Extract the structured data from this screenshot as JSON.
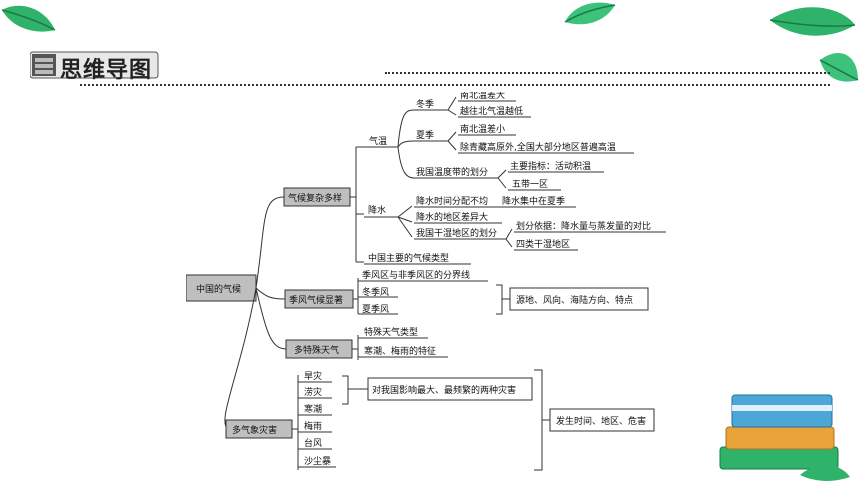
{
  "banner": {
    "title": "思维导图"
  },
  "mindmap": {
    "root": "中国的气候",
    "climate": {
      "title": "气候复杂多样",
      "temperature": {
        "label": "气温",
        "winter": {
          "label": "冬季",
          "items": [
            "南北温差大",
            "越往北气温越低"
          ]
        },
        "summer": {
          "label": "夏季",
          "items": [
            "南北温差小",
            "除青藏高原外,全国大部分地区普遍高温"
          ]
        },
        "zones": {
          "label": "我国温度带的划分",
          "items": [
            "主要指标：活动积温",
            "五带一区"
          ]
        }
      },
      "precipitation": {
        "label": "降水",
        "items": [
          "降水时间分配不均",
          "降水的地区差异大",
          "我国干湿地区的划分"
        ],
        "time_note": "降水集中在夏季",
        "dry_wet": [
          "划分依据：降水量与蒸发量的对比",
          "四类干湿地区"
        ]
      },
      "types": "中国主要的气候类型"
    },
    "monsoon": {
      "title": "季风气候显著",
      "items": [
        "季风区与非季风区的分界线",
        "冬季风",
        "夏季风"
      ],
      "note": "源地、风向、海陆方向、特点"
    },
    "weather": {
      "title": "多特殊天气",
      "items": [
        "特殊天气类型",
        "寒潮、梅雨的特征"
      ]
    },
    "disaster": {
      "title": "多气象灾害",
      "items": [
        "旱灾",
        "涝灾",
        "寒潮",
        "梅雨",
        "台风",
        "沙尘暴"
      ],
      "note1": "对我国影响最大、最频繁的两种灾害",
      "note2": "发生时间、地区、危害"
    }
  }
}
